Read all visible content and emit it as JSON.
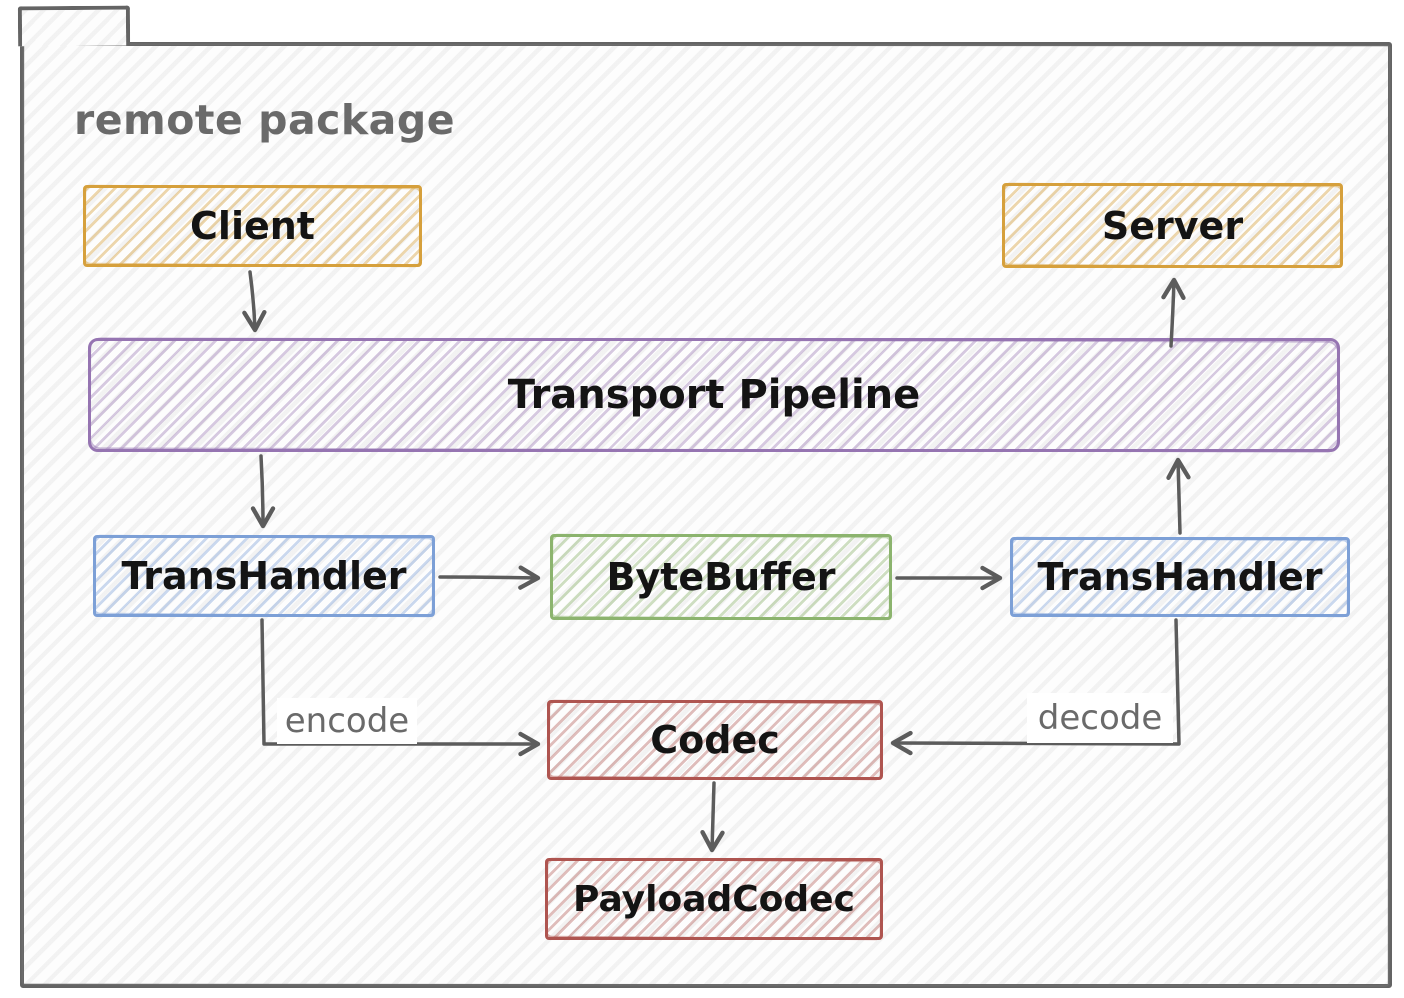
{
  "diagram": {
    "package_label": "remote package",
    "nodes": [
      {
        "id": "client",
        "label": "Client",
        "color": "orange"
      },
      {
        "id": "server",
        "label": "Server",
        "color": "orange"
      },
      {
        "id": "transport_pipeline",
        "label": "Transport Pipeline",
        "color": "purple"
      },
      {
        "id": "transhandler_left",
        "label": "TransHandler",
        "color": "blue"
      },
      {
        "id": "bytebuffer",
        "label": "ByteBuffer",
        "color": "green"
      },
      {
        "id": "transhandler_right",
        "label": "TransHandler",
        "color": "blue"
      },
      {
        "id": "codec",
        "label": "Codec",
        "color": "red"
      },
      {
        "id": "payloadcodec",
        "label": "PayloadCodec",
        "color": "red"
      }
    ],
    "edge_labels": {
      "encode": "encode",
      "decode": "decode"
    },
    "edges": [
      {
        "from": "client",
        "to": "transport_pipeline",
        "label": ""
      },
      {
        "from": "transport_pipeline",
        "to": "server",
        "label": ""
      },
      {
        "from": "transport_pipeline",
        "to": "transhandler_left",
        "label": ""
      },
      {
        "from": "transhandler_left",
        "to": "bytebuffer",
        "label": ""
      },
      {
        "from": "bytebuffer",
        "to": "transhandler_right",
        "label": ""
      },
      {
        "from": "transhandler_right",
        "to": "transport_pipeline",
        "label": ""
      },
      {
        "from": "transhandler_left",
        "to": "codec",
        "label": "encode"
      },
      {
        "from": "transhandler_right",
        "to": "codec",
        "label": "decode"
      },
      {
        "from": "codec",
        "to": "payloadcodec",
        "label": ""
      }
    ],
    "colors": {
      "orange": "#d6a03c",
      "purple": "#9675b2",
      "blue": "#7da0d7",
      "green": "#8cb46e",
      "red": "#af5550",
      "edge_stroke": "#5c5c5c",
      "title_text": "#6a6a6a",
      "frame": "#646464"
    }
  }
}
